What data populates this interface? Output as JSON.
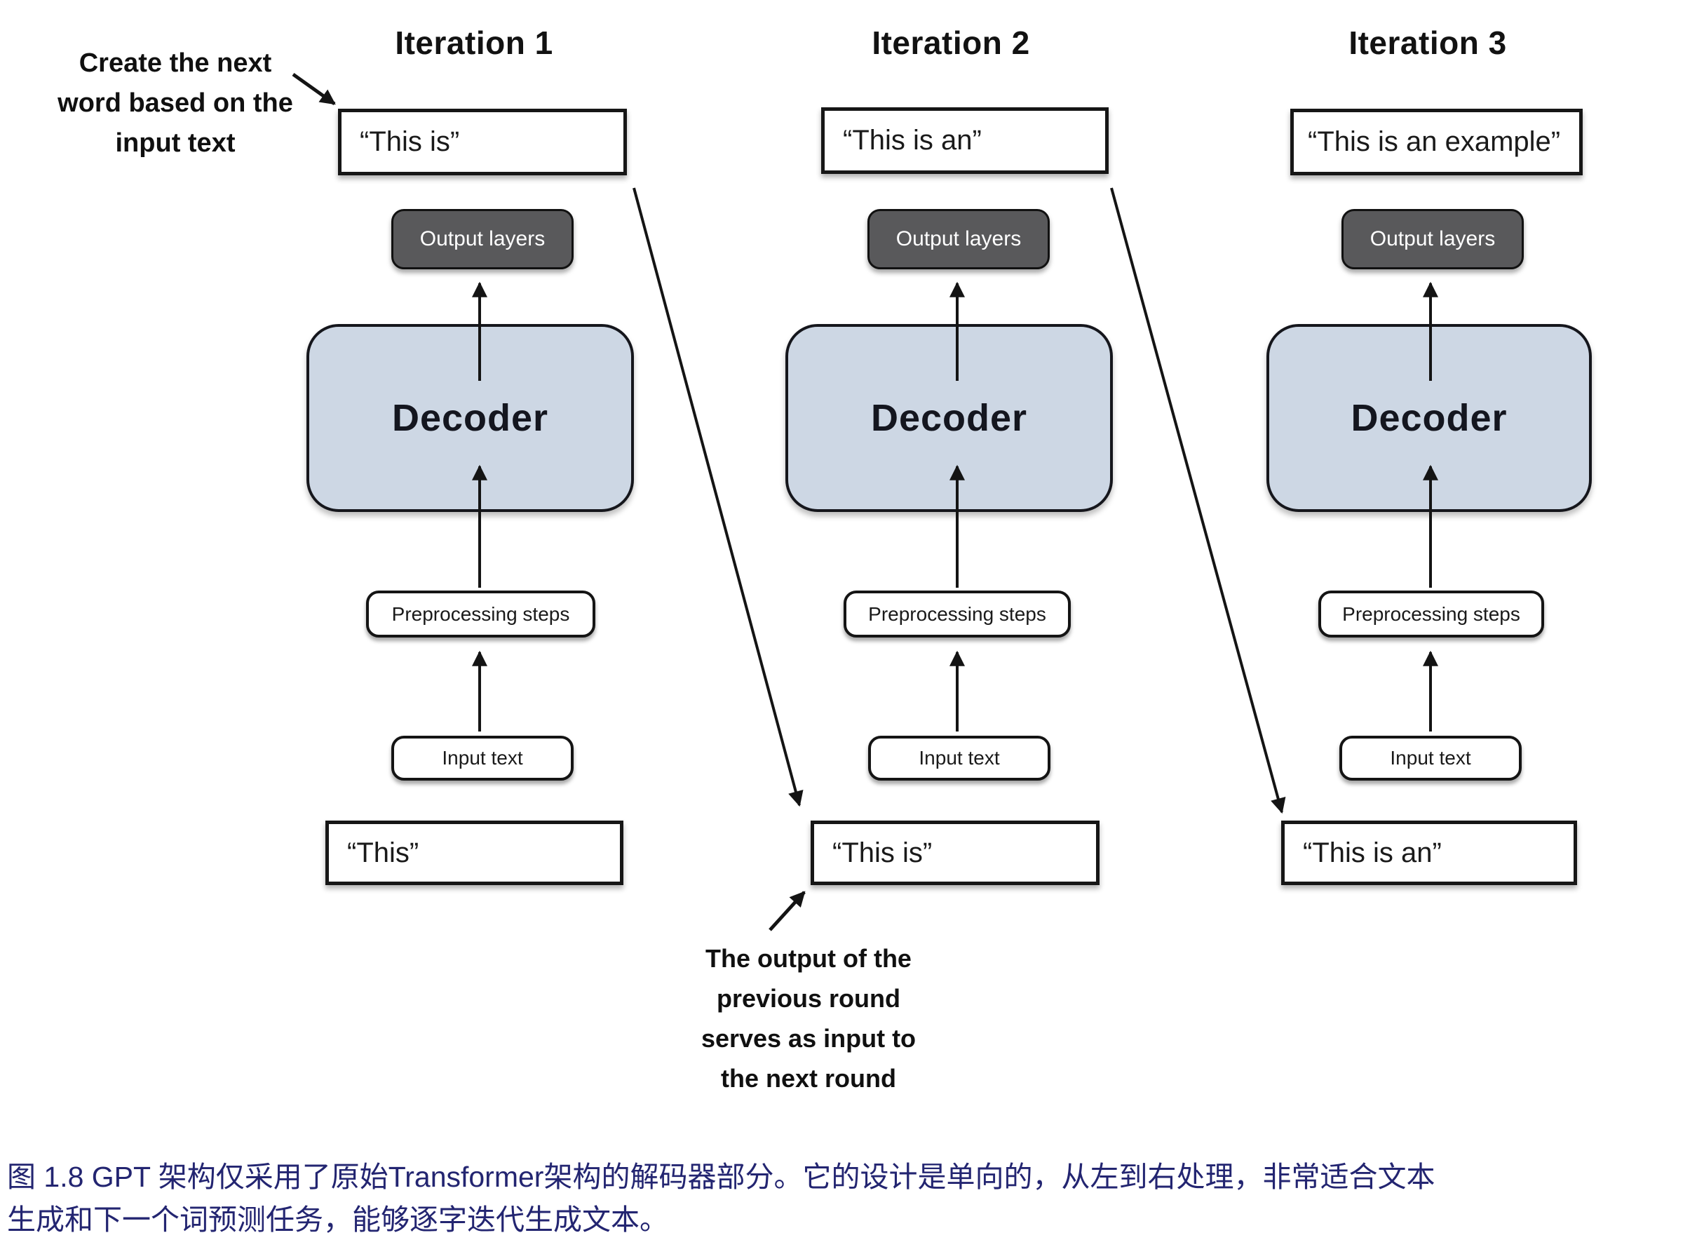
{
  "annotations": {
    "create_next": {
      "line1": "Create the next",
      "line2": "word based on the",
      "line3": "input text"
    },
    "output_feedback": {
      "line1": "The output of the",
      "line2": "previous round",
      "line3": "serves as input to",
      "line4": "the next round"
    }
  },
  "iterations": [
    {
      "title": "Iteration 1",
      "generated_text": "“This is”",
      "output_layers_label": "Output layers",
      "decoder_label": "Decoder",
      "preprocessing_label": "Preprocessing steps",
      "input_box_label": "Input text",
      "input_text": "“This”"
    },
    {
      "title": "Iteration 2",
      "generated_text": "“This is an”",
      "output_layers_label": "Output layers",
      "decoder_label": "Decoder",
      "preprocessing_label": "Preprocessing steps",
      "input_box_label": "Input text",
      "input_text": "“This is”"
    },
    {
      "title": "Iteration 3",
      "generated_text": "“This is an example”",
      "output_layers_label": "Output layers",
      "decoder_label": "Decoder",
      "preprocessing_label": "Preprocessing steps",
      "input_box_label": "Input text",
      "input_text": "“This is an”"
    }
  ],
  "caption": {
    "line1": "图 1.8  GPT 架构仅采用了原始Transformer架构的解码器部分。它的设计是单向的，从左到右处理，非常适合文本",
    "line2": "生成和下一个词预测任务，能够逐字迭代生成文本。"
  },
  "colors": {
    "decoder_fill": "#cdd7e4",
    "output_layers_fill": "#59595b",
    "caption_color": "#232571",
    "line_color": "#141414"
  }
}
